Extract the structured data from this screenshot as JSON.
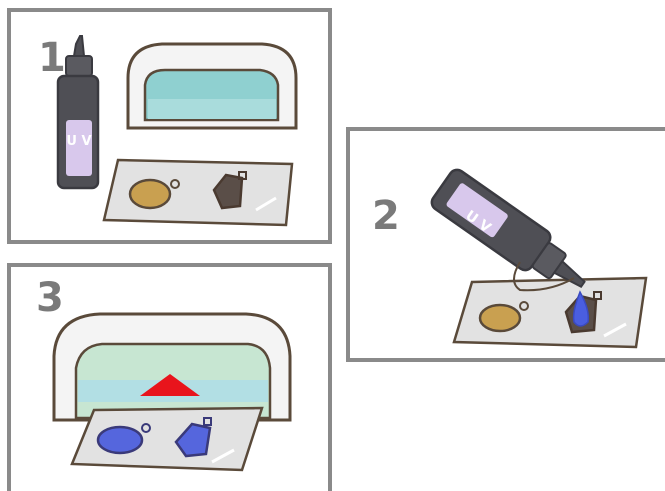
{
  "steps": [
    {
      "number": "1"
    },
    {
      "number": "2"
    },
    {
      "number": "3"
    }
  ],
  "bottle_labels": {
    "upright": "U V",
    "tilted": "U V"
  },
  "colors": {
    "frame": "#8a8a8a",
    "lamp_body": "#f4f4f4",
    "lamp_window": "#8fd0d0",
    "resin_amber": "#c9a050",
    "resin_blue": "#5566dd",
    "bottle_dark": "#4f4f55",
    "bottle_label": "#d8c8ec",
    "light_indicator": "#e8141c",
    "outline": "#5a4a3a"
  }
}
